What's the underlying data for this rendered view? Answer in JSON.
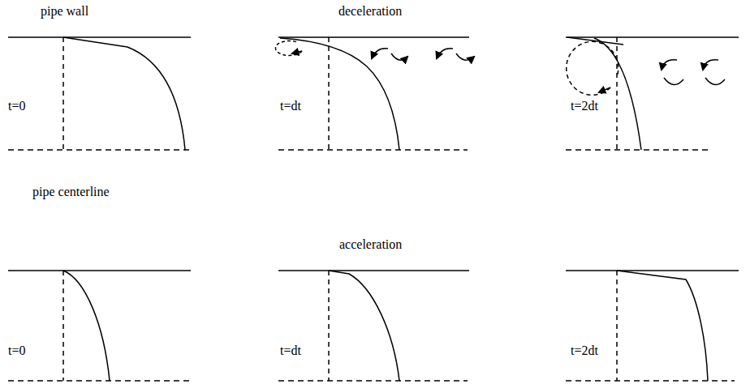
{
  "diagram": {
    "labels": [
      "pipe wall",
      "deceleration",
      "t=0",
      "t=dt",
      "t=2dt",
      "pipe centerline",
      "acceleration",
      "t=0",
      "t=dt",
      "t=2dt"
    ]
  }
}
